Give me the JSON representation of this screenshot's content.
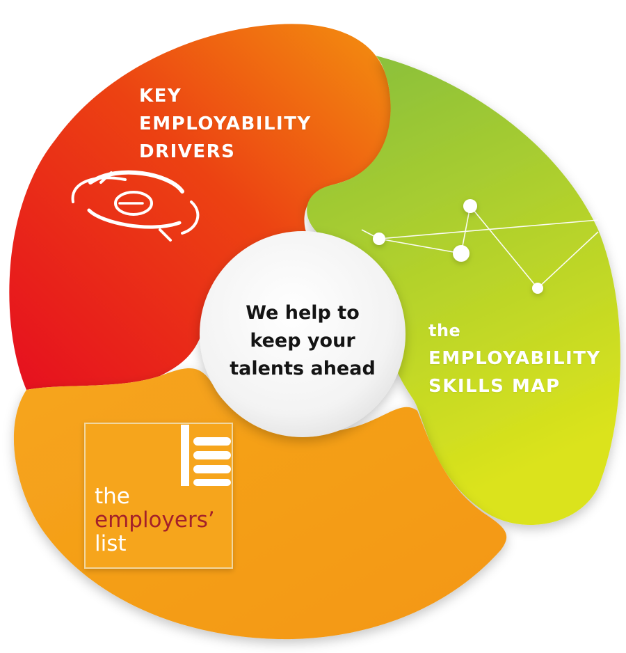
{
  "colors": {
    "red": "#e8141c",
    "orange_top": "#f28a12",
    "green_top": "#8cc23c",
    "green_bottom": "#d9e21e",
    "orange_bottom": "#f6a11a",
    "employers_accent": "#a3202a",
    "center_text": "#141414"
  },
  "segments": {
    "drivers": {
      "lines": [
        "KEY",
        "EMPLOYABILITY",
        "DRIVERS"
      ],
      "logo_icon": "ed-swirl-logo-icon"
    },
    "skills_map": {
      "lines": [
        "the",
        "EMPLOYABILITY",
        "SKILLS MAP"
      ],
      "graphic_icon": "network-nodes-icon"
    },
    "employers_list": {
      "words": [
        "the",
        "employers’",
        "list"
      ],
      "logo_icon": "employers-list-logo-icon"
    }
  },
  "center": {
    "lines": [
      "We help to",
      "keep your",
      "talents ahead"
    ]
  }
}
